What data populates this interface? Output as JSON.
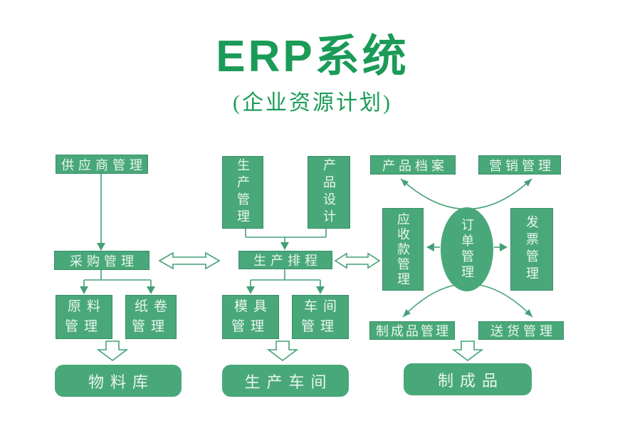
{
  "header": {
    "title": "ERP系统",
    "subtitle": "(企业资源计划)"
  },
  "colors": {
    "box_green": "#49a87a",
    "title_green": "#1a9b57",
    "line_green": "#44a176",
    "box_text": "#eaf6ee"
  },
  "nodes": {
    "supplier": "供应商管理",
    "purchasing": "采购管理",
    "raw_material": "原料\n管理",
    "paper_roll": "纸卷\n管理",
    "material_store": "物料库",
    "production_mgmt": "生产管理",
    "product_design": "产品设计",
    "production_schedule": "生产排程",
    "mold_mgmt": "模具\n管理",
    "workshop_mgmt": "车间\n管理",
    "production_workshop": "生产车间",
    "product_archive": "产品档案",
    "marketing_mgmt": "营销管理",
    "receivables_mgmt": "应收款管理",
    "order_mgmt": "订单管理",
    "invoice_mgmt": "发票管理",
    "finished_goods_mgmt": "制成品管理",
    "delivery_mgmt": "送货管理",
    "finished_goods": "制成品"
  }
}
